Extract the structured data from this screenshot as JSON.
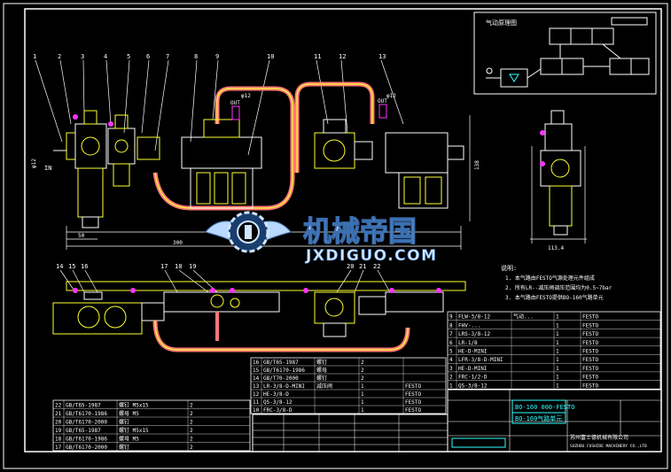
{
  "callouts_top": [
    "1",
    "2",
    "3",
    "4",
    "5",
    "6",
    "7",
    "8",
    "9",
    "10",
    "11",
    "12",
    "13"
  ],
  "callouts_bottom": [
    "14",
    "15",
    "16",
    "17",
    "18",
    "19",
    "20",
    "21",
    "22"
  ],
  "labels": {
    "in": "IN",
    "out1": "OUT",
    "out2": "OUT",
    "phi12a": "φ12",
    "phi12b": "φ12",
    "phi12c": "φ12",
    "dim50": "50",
    "dim300": "300",
    "dim138": "138",
    "dim1134": "113.4",
    "schematic_title": "气动原理图"
  },
  "watermark": {
    "cn": "机械帝国",
    "en": "JXDIGUO.COM"
  },
  "notes": {
    "title": "说明:",
    "lines": [
      "1. 本气路由FESTO气源处理元件组成",
      "2. 所有LR--减压阀调压范围均为0.5~7bar",
      "3. 本气路由FESTO提供BO-160气路单元"
    ]
  },
  "bom_right": [
    {
      "no": "9",
      "code": "FLW-3/8-12",
      "name": "气动...",
      "qty": "1",
      "maker": "FESTO"
    },
    {
      "no": "8",
      "code": "FHV-...",
      "name": "",
      "qty": "1",
      "maker": "FESTO"
    },
    {
      "no": "7",
      "code": "LRS-3/8-12",
      "name": "",
      "qty": "1",
      "maker": "FESTO"
    },
    {
      "no": "6",
      "code": "LR-1/8",
      "name": "",
      "qty": "1",
      "maker": "FESTO"
    },
    {
      "no": "5",
      "code": "HE-D-MINI",
      "name": "",
      "qty": "1",
      "maker": "FESTO"
    },
    {
      "no": "4",
      "code": "LFR-3/8-D-MINI",
      "name": "",
      "qty": "1",
      "maker": "FESTO"
    },
    {
      "no": "3",
      "code": "HE-D-MINI",
      "name": "",
      "qty": "1",
      "maker": "FESTO"
    },
    {
      "no": "2",
      "code": "FRC-1/2-D",
      "name": "",
      "qty": "1",
      "maker": "FESTO"
    },
    {
      "no": "1",
      "code": "QS-3/8-12",
      "name": "",
      "qty": "1",
      "maker": "FESTO"
    }
  ],
  "bom_center": [
    {
      "no": "16",
      "code": "GB/T65-1987",
      "name": "螺钉",
      "qty": "2",
      "maker": ""
    },
    {
      "no": "15",
      "code": "GB/T6170-1986",
      "name": "螺母",
      "qty": "2",
      "maker": ""
    },
    {
      "no": "14",
      "code": "GB/T70-2000",
      "name": "螺钉",
      "qty": "2",
      "maker": ""
    },
    {
      "no": "13",
      "code": "LR-3/8-D-MINI",
      "name": "减压阀",
      "qty": "1",
      "maker": "FESTO"
    },
    {
      "no": "12",
      "code": "HE-3/8-D",
      "name": "",
      "qty": "1",
      "maker": "FESTO"
    },
    {
      "no": "11",
      "code": "QS-3/8-12",
      "name": "",
      "qty": "1",
      "maker": "FESTO"
    },
    {
      "no": "10",
      "code": "FRC-3/8-D",
      "name": "",
      "qty": "1",
      "maker": "FESTO"
    }
  ],
  "bom_left": [
    {
      "no": "22",
      "code": "GB/T65-1987",
      "name": "螺钉 M5x15",
      "qty": "2"
    },
    {
      "no": "21",
      "code": "GB/T6170-1986",
      "name": "螺母 M5",
      "qty": "2"
    },
    {
      "no": "20",
      "code": "GB/T6170-2000",
      "name": "螺钉",
      "qty": "2"
    },
    {
      "no": "19",
      "code": "GB/T65-1987",
      "name": "螺钉 M5x15",
      "qty": "2"
    },
    {
      "no": "18",
      "code": "GB/T6170-1986",
      "name": "螺母 M5",
      "qty": "2"
    },
    {
      "no": "17",
      "code": "GB/T6170-2000",
      "name": "螺钉",
      "qty": "2"
    }
  ],
  "title_block": {
    "code": "BO-160 000-FESTO",
    "name": "BO-160气路单元",
    "company": "苏州富士德机械有限公司",
    "company_en": "SUZHOU FUSHIDE MACHINERY CO.,LTD"
  },
  "colors": {
    "frame": "#ffffff",
    "body": "#ffff33",
    "component": "#ffffff",
    "pipe": "#ff7777",
    "accent": "#ff33ff",
    "cyan": "#33ffff"
  }
}
